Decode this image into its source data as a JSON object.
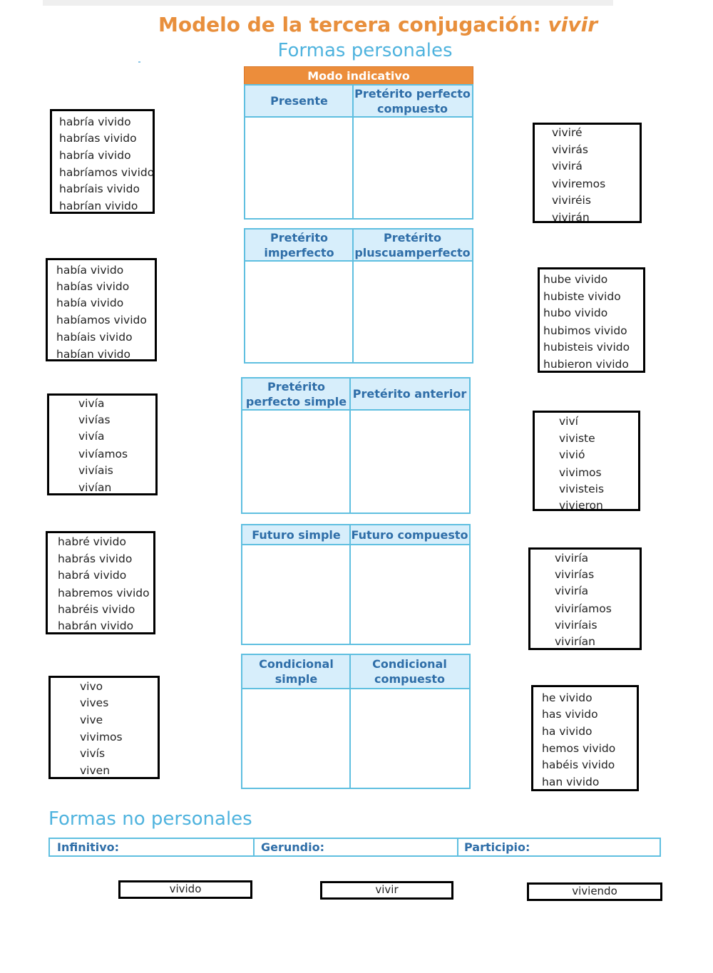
{
  "header": {
    "title_prefix": "Modelo de la tercera conjugación:",
    "title_verb": "vivir",
    "subtitle": "Formas personales"
  },
  "mode_label": "Modo indicativo",
  "tables": [
    {
      "left": "Presente",
      "right": "Pretérito perfecto compuesto"
    },
    {
      "left": "Pretérito imperfecto",
      "right": "Pretérito pluscuamperfecto"
    },
    {
      "left": "Pretérito perfecto simple",
      "right": "Pretérito anterior"
    },
    {
      "left": "Futuro simple",
      "right": "Futuro compuesto"
    },
    {
      "left": "Condicional simple",
      "right": "Condicional compuesto"
    }
  ],
  "left_boxes": [
    [
      "habría vivido",
      "habrías vivido",
      "habría vivido",
      "habríamos vivido",
      "habríais vivido",
      "habrían vivido"
    ],
    [
      "había vivido",
      "habías vivido",
      "había vivido",
      "habíamos vivido",
      "habíais vivido",
      "habían vivido"
    ],
    [
      "vivía",
      "vivías",
      "vivía",
      "vivíamos",
      "vivíais",
      "vivían"
    ],
    [
      "habré vivido",
      "habrás vivido",
      "habrá vivido",
      "habremos vivido",
      "habréis vivido",
      "habrán vivido"
    ],
    [
      "vivo",
      "vives",
      "vive",
      "vivimos",
      "vivís",
      "viven"
    ]
  ],
  "right_boxes": [
    [
      "viviré",
      "vivirás",
      "vivirá",
      "viviremos",
      "viviréis",
      "vivirán"
    ],
    [
      "hube vivido",
      "hubiste vivido",
      "hubo vivido",
      "hubimos vivido",
      "hubisteis vivido",
      "hubieron vivido"
    ],
    [
      "viví",
      "viviste",
      "vivió",
      "vivimos",
      "vivisteis",
      "vivieron"
    ],
    [
      "viviría",
      "vivirías",
      "viviría",
      "viviríamos",
      "viviríais",
      "vivirían"
    ],
    [
      "he vivido",
      "has vivido",
      "ha vivido",
      "hemos vivido",
      "habéis vivido",
      "han vivido"
    ]
  ],
  "non_personal": {
    "title": "Formas no personales",
    "labels": [
      "Infinitivo:",
      "Gerundio:",
      "Participio:"
    ],
    "answers": [
      "vivido",
      "vivir",
      "viviendo"
    ]
  }
}
